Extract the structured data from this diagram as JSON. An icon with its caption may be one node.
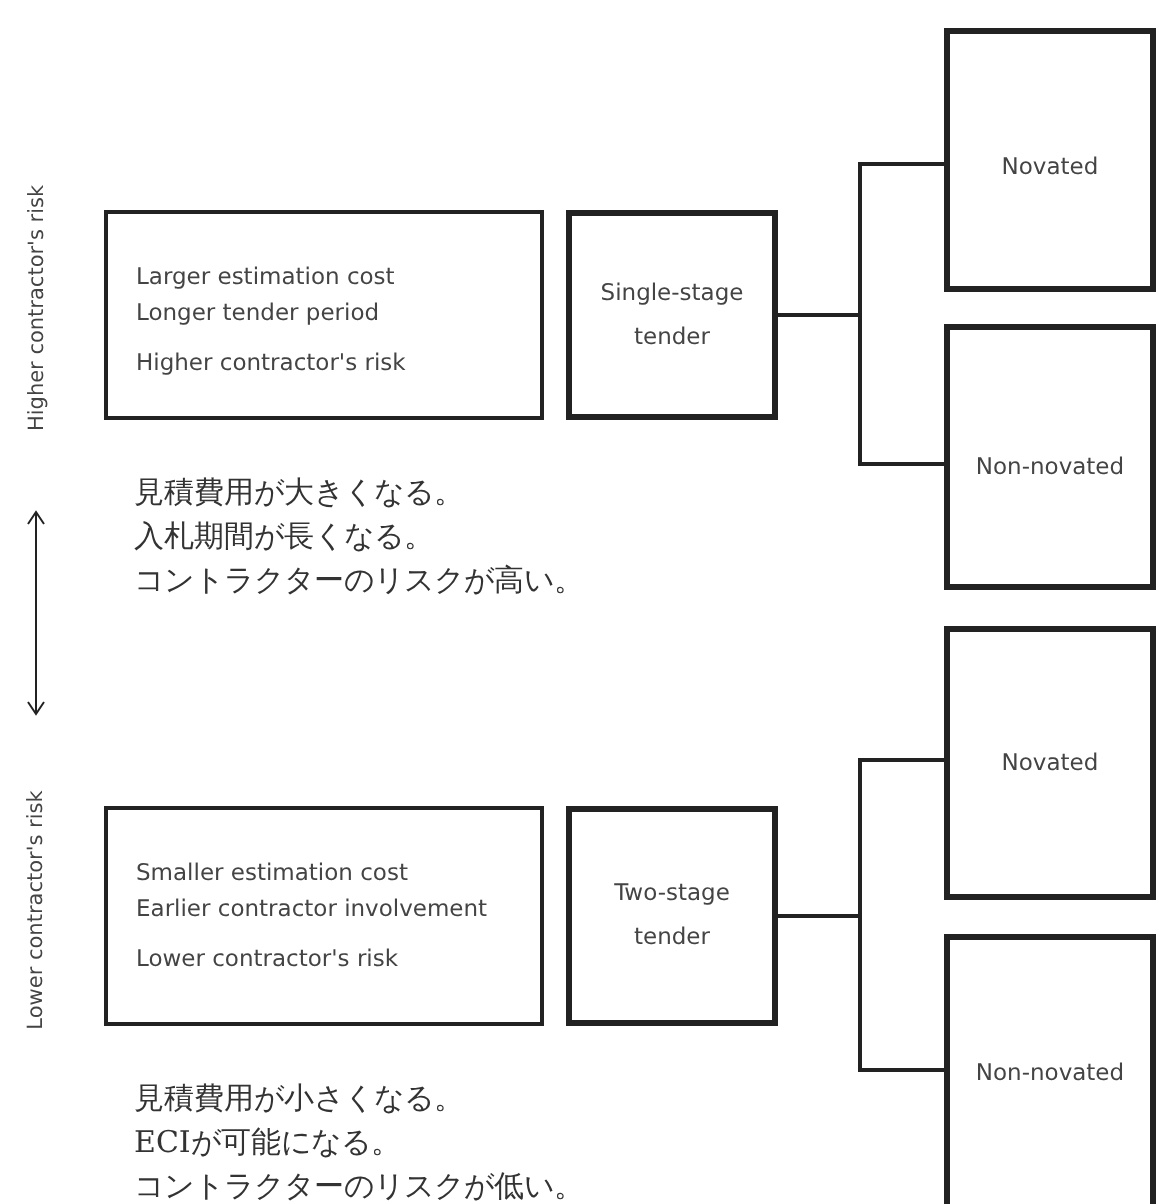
{
  "diagram": {
    "nodes": [
      {
        "text": [
          "Larger estimation cost",
          "Longer tender period",
          "Higher contractor's risk"
        ],
        "beside": [
          "見積費用が大きくなる。",
          "入札期間が長くなる。",
          "コントラクターのリスクが高い。"
        ]
      },
      {
        "text": [
          "Single-stage tender"
        ]
      },
      {
        "text": [
          "Novated"
        ]
      },
      {
        "text": [
          "Non-novated"
        ]
      },
      {
        "text": [
          "Smaller estimation cost",
          "Earlier contractor involvement",
          "Lower contractor's risk"
        ],
        "beside": [
          "見積費用が小さくなる。",
          "ECIが可能になる。",
          "コントラクターのリスクが低い。"
        ]
      },
      {
        "text": [
          "Two-stage tender"
        ]
      },
      {
        "text": [
          "Novated"
        ]
      },
      {
        "text": [
          "Non-novated"
        ]
      }
    ],
    "edges": [
      {
        "from": 1,
        "to": 2,
        "arrow": "none"
      },
      {
        "from": 1,
        "to": 3,
        "arrow": "none"
      },
      {
        "from": 5,
        "to": 6,
        "arrow": "none"
      },
      {
        "from": 5,
        "to": 7,
        "arrow": "none"
      }
    ],
    "labels": [
      "Higher contractor's risk",
      "Lower contractor's risk"
    ]
  }
}
